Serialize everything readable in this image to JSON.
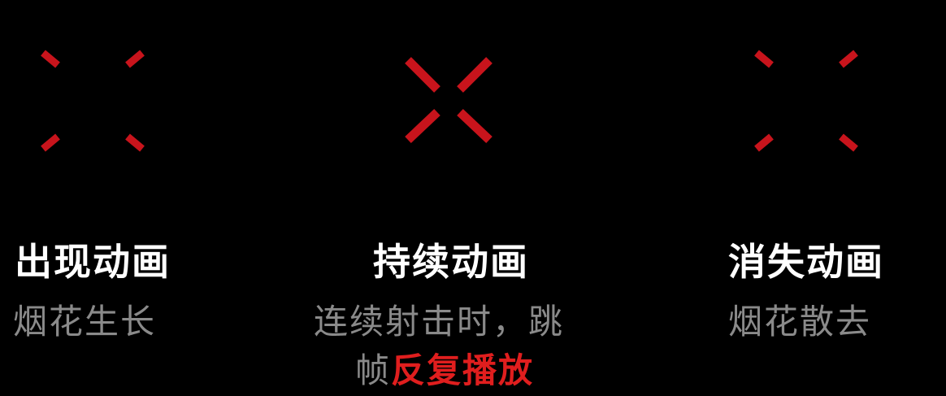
{
  "panels": [
    {
      "title": "出现动画",
      "subtitle": "烟花生长",
      "crosshair_state": "spread"
    },
    {
      "title": "持续动画",
      "subtitle": "连续射击时，跳",
      "subtitle_line2_plain": "帧",
      "subtitle_line2_accent": "反复播放",
      "crosshair_state": "tight"
    },
    {
      "title": "消失动画",
      "subtitle": "烟花散去",
      "crosshair_state": "spread"
    }
  ],
  "colors": {
    "background": "#000000",
    "crosshair": "#c8141c",
    "crosshair_glow": "#ff2a2a",
    "title": "#ffffff",
    "subtitle": "#8a8a8a",
    "accent": "#e01e1e"
  }
}
